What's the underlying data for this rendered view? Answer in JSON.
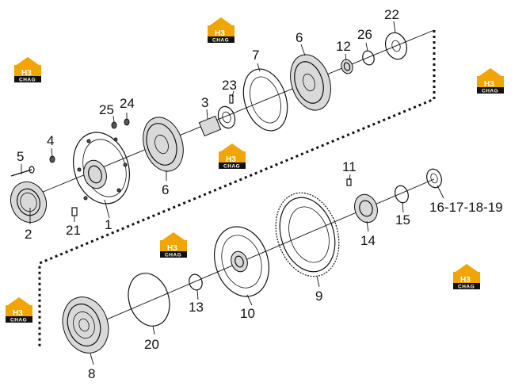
{
  "logo": {
    "brand_mark": "H3",
    "brand_text": "CHAG",
    "color": "#f0a500",
    "text_color": "#ffffff"
  },
  "callouts": {
    "c1": "1",
    "c2": "2",
    "c3": "3",
    "c4": "4",
    "c5": "5",
    "c6a": "6",
    "c6b": "6",
    "c7": "7",
    "c8": "8",
    "c9": "9",
    "c10": "10",
    "c11": "11",
    "c12": "12",
    "c13": "13",
    "c14": "14",
    "c15": "15",
    "c16_19": "16-17-18-19",
    "c20": "20",
    "c21": "21",
    "c22": "22",
    "c23": "23",
    "c24": "24",
    "c25": "25",
    "c26": "26"
  }
}
